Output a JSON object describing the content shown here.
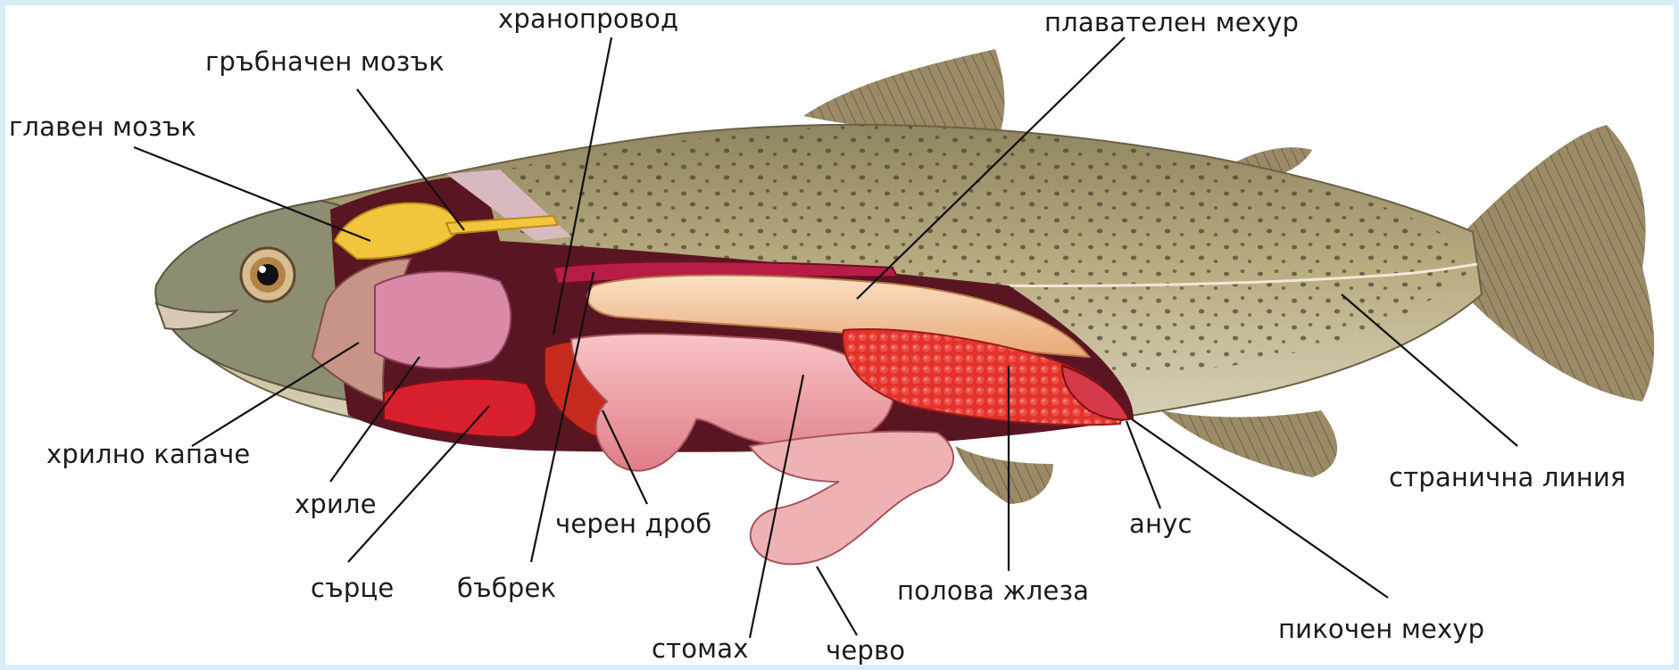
{
  "labels": {
    "esophagus": "хранопровод",
    "swim_bladder": "плавателен мехур",
    "spinal_cord": "гръбначен мозък",
    "brain": "главен мозък",
    "gill_cover": "хрилно капаче",
    "gills": "хриле",
    "heart": "сърце",
    "kidney": "бъбрек",
    "liver": "черен дроб",
    "stomach": "стомах",
    "intestine": "черво",
    "gonad": "полова жлеза",
    "anus": "анус",
    "urinary_bladder": "пикочен мехур",
    "lateral_line": "странична линия"
  },
  "colors": {
    "fish_body": "#b9ad82",
    "fish_belly": "#d8d2bc",
    "fin": "#9a8a66",
    "cavity": "#5a1522",
    "swim_bladder": "#f3c79a",
    "gonad": "#e2332b",
    "stomach": "#f2a3a8",
    "liver": "#c62a1f",
    "heart": "#d81f2e",
    "gills": "#d98aa6",
    "brain": "#f3c53c",
    "leader_line": "#111111",
    "frame": "#d9edf6"
  }
}
